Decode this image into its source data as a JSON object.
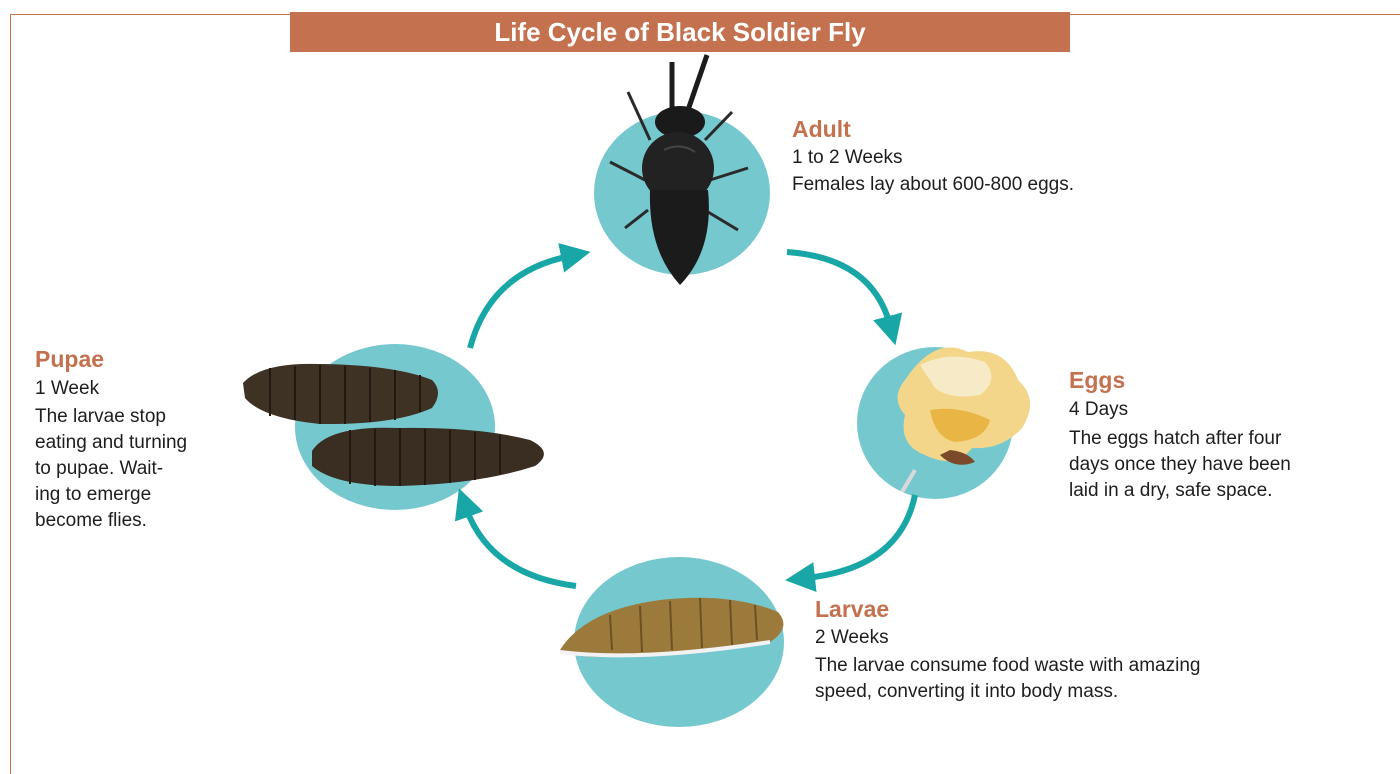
{
  "title": "Life Cycle of Black Soldier Fly",
  "colors": {
    "accent": "#c4714f",
    "circle": "#76c8cf",
    "arrow": "#19a6a6"
  },
  "stages": {
    "adult": {
      "name": "Adult",
      "duration": "1 to 2 Weeks",
      "description": "Females lay about 600-800 eggs."
    },
    "eggs": {
      "name": "Eggs",
      "duration": "4 Days",
      "description": [
        "The eggs hatch after four",
        "days once they have been",
        "laid in a dry, safe space."
      ]
    },
    "larvae": {
      "name": "Larvae",
      "duration": "2 Weeks",
      "description": [
        "The larvae consume food waste with amazing",
        "speed, converting it into body mass."
      ]
    },
    "pupae": {
      "name": "Pupae",
      "duration": "1 Week",
      "description": [
        "The larvae stop",
        "eating and turning",
        "to pupae. Wait-",
        "ing to emerge",
        "become flies."
      ]
    }
  }
}
